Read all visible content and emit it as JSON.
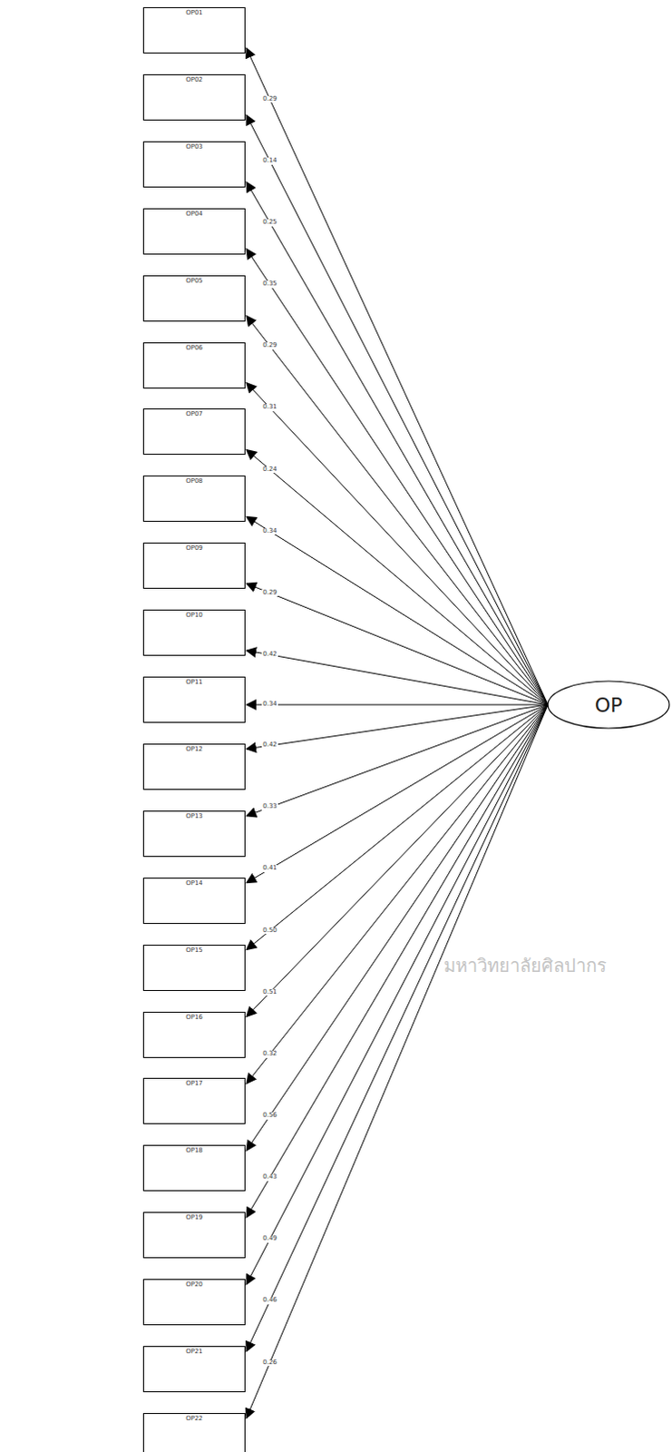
{
  "diagram": {
    "nodes": [
      {
        "text": [
          "OP01"
        ]
      },
      {
        "text": [
          "OP02"
        ]
      },
      {
        "text": [
          "OP03"
        ]
      },
      {
        "text": [
          "OP04"
        ]
      },
      {
        "text": [
          "OP05"
        ]
      },
      {
        "text": [
          "OP06"
        ]
      },
      {
        "text": [
          "OP07"
        ]
      },
      {
        "text": [
          "OP08"
        ]
      },
      {
        "text": [
          "OP09"
        ]
      },
      {
        "text": [
          "OP10"
        ]
      },
      {
        "text": [
          "OP11"
        ]
      },
      {
        "text": [
          "OP12"
        ]
      },
      {
        "text": [
          "OP13"
        ]
      },
      {
        "text": [
          "OP14"
        ]
      },
      {
        "text": [
          "OP15"
        ]
      },
      {
        "text": [
          "OP16"
        ]
      },
      {
        "text": [
          "OP17"
        ]
      },
      {
        "text": [
          "OP18"
        ]
      },
      {
        "text": [
          "OP19"
        ]
      },
      {
        "text": [
          "OP20"
        ]
      },
      {
        "text": [
          "OP21"
        ]
      },
      {
        "text": [
          "OP22"
        ]
      },
      {
        "text": [
          "OP"
        ]
      }
    ],
    "edges": [
      {
        "from": 22,
        "to": 0,
        "arrow": "to",
        "label": "0.29"
      },
      {
        "from": 22,
        "to": 1,
        "arrow": "to",
        "label": "0.14"
      },
      {
        "from": 22,
        "to": 2,
        "arrow": "to",
        "label": "0.25"
      },
      {
        "from": 22,
        "to": 3,
        "arrow": "to",
        "label": "0.35"
      },
      {
        "from": 22,
        "to": 4,
        "arrow": "to",
        "label": "0.29"
      },
      {
        "from": 22,
        "to": 5,
        "arrow": "to",
        "label": "0.31"
      },
      {
        "from": 22,
        "to": 6,
        "arrow": "to",
        "label": "0.24"
      },
      {
        "from": 22,
        "to": 7,
        "arrow": "to",
        "label": "0.34"
      },
      {
        "from": 22,
        "to": 8,
        "arrow": "to",
        "label": "0.29"
      },
      {
        "from": 22,
        "to": 9,
        "arrow": "to",
        "label": "0.42"
      },
      {
        "from": 22,
        "to": 10,
        "arrow": "to",
        "label": "0.34"
      },
      {
        "from": 22,
        "to": 11,
        "arrow": "to",
        "label": "0.42"
      },
      {
        "from": 22,
        "to": 12,
        "arrow": "to",
        "label": "0.33"
      },
      {
        "from": 22,
        "to": 13,
        "arrow": "to",
        "label": "0.41"
      },
      {
        "from": 22,
        "to": 14,
        "arrow": "to",
        "label": "0.50"
      },
      {
        "from": 22,
        "to": 15,
        "arrow": "to",
        "label": "0.51"
      },
      {
        "from": 22,
        "to": 16,
        "arrow": "to",
        "label": "0.32"
      },
      {
        "from": 22,
        "to": 17,
        "arrow": "to",
        "label": "0.56"
      },
      {
        "from": 22,
        "to": 18,
        "arrow": "to",
        "label": "0.43"
      },
      {
        "from": 22,
        "to": 19,
        "arrow": "to",
        "label": "0.49"
      },
      {
        "from": 22,
        "to": 20,
        "arrow": "to",
        "label": "0.46"
      },
      {
        "from": 22,
        "to": 21,
        "arrow": "to",
        "label": "0.26"
      }
    ],
    "labels": [
      "มหาวิทยาลัยศิลปากร"
    ]
  }
}
